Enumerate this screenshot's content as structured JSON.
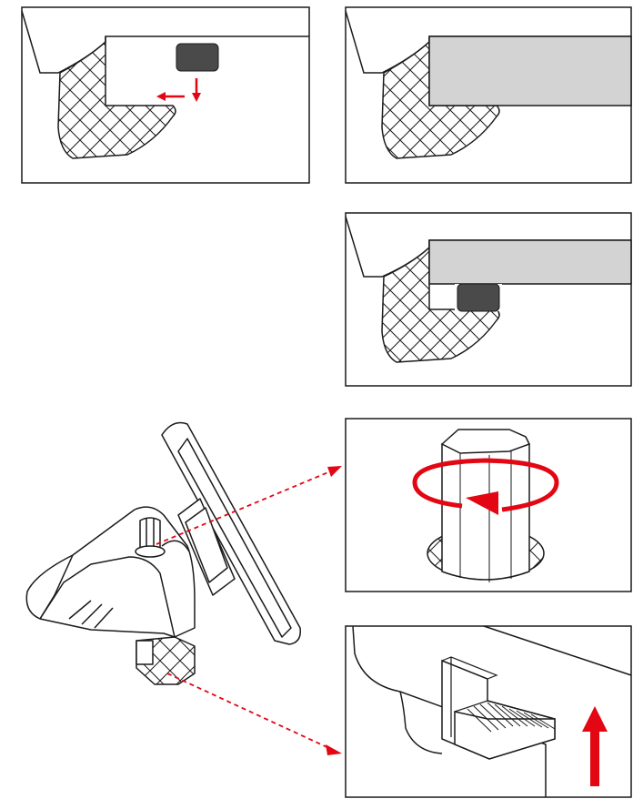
{
  "colors": {
    "arrow_red": "#e30613",
    "pad_dark": "#4a4a4a",
    "plate_gray": "#d3d3d3",
    "line": "#1a1a1a",
    "background": "#ffffff"
  },
  "panels": [
    {
      "id": "panel-1",
      "depicts": "pad-insert-step"
    },
    {
      "id": "panel-2",
      "depicts": "plate-in-slot"
    },
    {
      "id": "panel-3",
      "depicts": "pad-under-plate"
    },
    {
      "id": "panel-4",
      "depicts": "rotate-knob-detail"
    },
    {
      "id": "panel-5",
      "depicts": "ribbed-latch-detail"
    }
  ],
  "icons": [
    "arrow-left-icon",
    "arrow-down-icon",
    "rotate-arrow-icon",
    "arrow-up-icon",
    "dashed-callout-arrow-icon"
  ]
}
